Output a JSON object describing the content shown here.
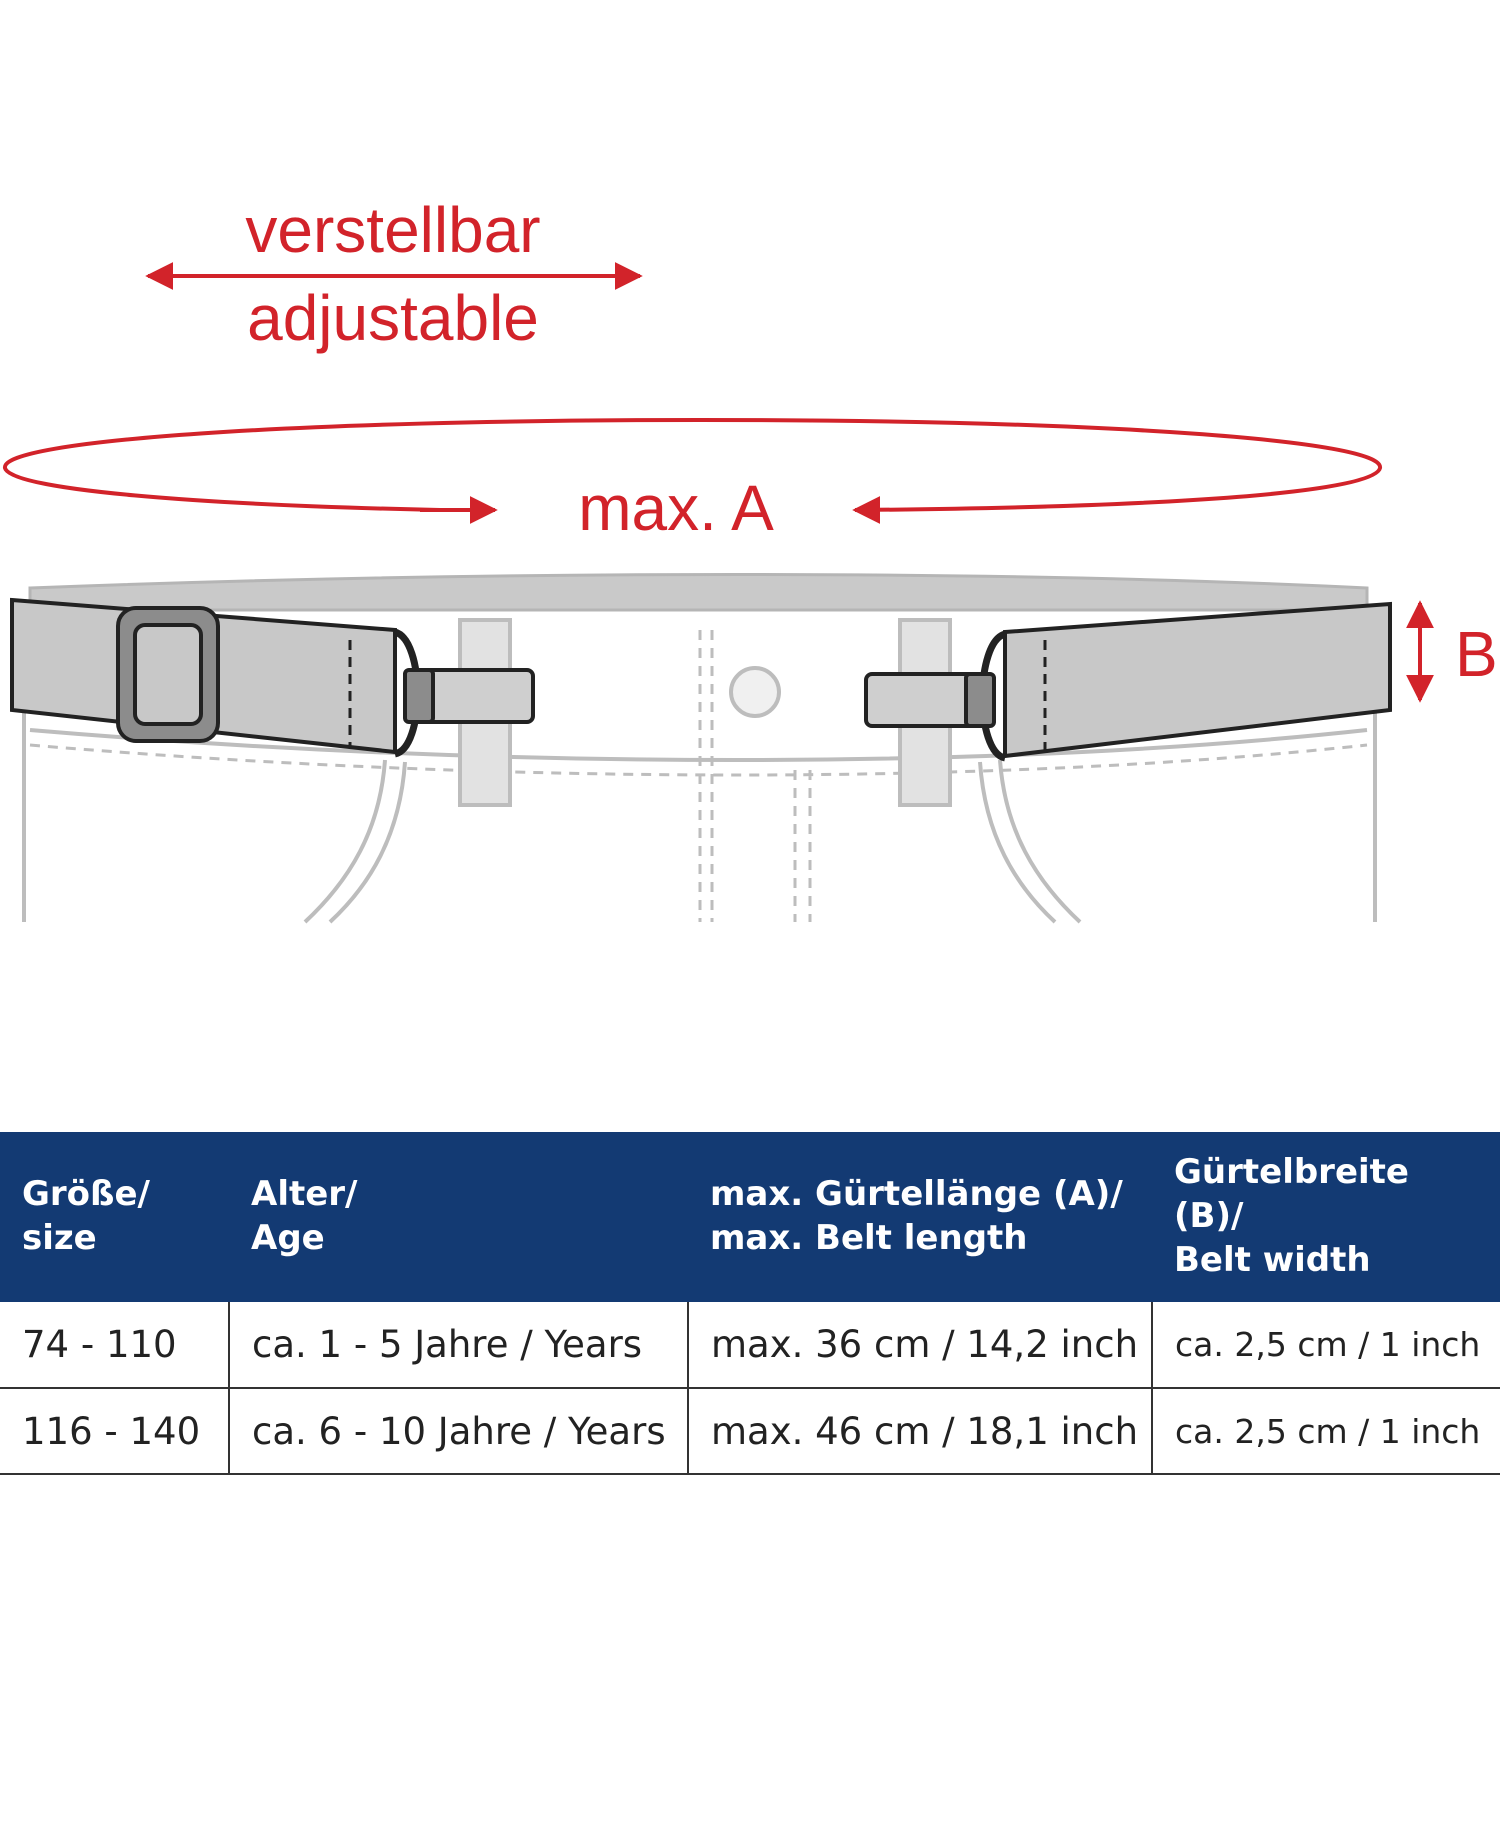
{
  "labels": {
    "adjustable_de": "verstellbar",
    "adjustable_en": "adjustable",
    "max_a": "max. A",
    "b": "B"
  },
  "table": {
    "headers": [
      [
        "Größe/",
        "size"
      ],
      [
        "Alter/",
        "Age"
      ],
      [
        "max. Gürtellänge (A)/",
        "max. Belt length"
      ],
      [
        "Gürtelbreite (B)/",
        "Belt width"
      ]
    ],
    "rows": [
      [
        "74 - 110",
        "ca. 1 - 5 Jahre / Years",
        "max. 36 cm / 14,2 inch",
        "ca. 2,5 cm / 1 inch"
      ],
      [
        "116 - 140",
        "ca. 6 - 10 Jahre / Years",
        "max. 46 cm  / 18,1 inch",
        "ca. 2,5 cm / 1 inch"
      ]
    ]
  },
  "colors": {
    "accent_red": "#d2232a",
    "header_blue": "#133a73",
    "belt_gray": "#c8c8c8",
    "pants_gray": "#bdbdbd"
  }
}
